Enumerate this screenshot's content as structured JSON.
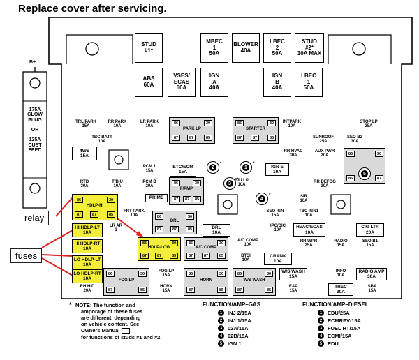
{
  "header": {
    "title": "Replace cover after servicing."
  },
  "bplus": "B+",
  "callouts": {
    "relay": "relay",
    "fuses": "fuses"
  },
  "left_feed": {
    "glow": [
      "175A",
      "GLOW",
      "PLUG"
    ],
    "or": "OR",
    "cust": [
      "125A",
      "CUST",
      "FEED"
    ]
  },
  "top_row1": [
    {
      "l1": "STUD",
      "l2": "#1*",
      "l3": ""
    },
    {
      "l1": "MBEC",
      "l2": "1",
      "l3": "50A"
    },
    {
      "l1": "BLOWER",
      "l2": "",
      "l3": "40A"
    },
    {
      "l1": "LBEC",
      "l2": "2",
      "l3": "50A"
    },
    {
      "l1": "STUD",
      "l2": "#2*",
      "l3": "30A MAX"
    }
  ],
  "top_row2": [
    {
      "l1": "ABS",
      "l2": "",
      "l3": "60A"
    },
    {
      "l1": "VSES/",
      "l2": "ECAS",
      "l3": "60A"
    },
    {
      "l1": "IGN",
      "l2": "A",
      "l3": "40A"
    },
    {
      "l1": "IGN",
      "l2": "B",
      "l3": "40A"
    },
    {
      "l1": "LBEC",
      "l2": "1",
      "l3": "50A"
    }
  ],
  "fuses": {
    "trl_park": [
      "TRL PARK",
      "15A"
    ],
    "rr_park": [
      "RR PARK",
      "10A"
    ],
    "lr_park": [
      "LR PARK",
      "10A"
    ],
    "tbc_batt": [
      "TBC BATT",
      "10A"
    ],
    "fourws": [
      "4WS",
      "15A"
    ],
    "pcm1": [
      "PCM 1",
      "15A"
    ],
    "etc_ecm": [
      "ETC/ECM",
      "15A"
    ],
    "ign_e": [
      "IGN E",
      "10A"
    ],
    "rtd": [
      "RTD",
      "30A"
    ],
    "tbu": [
      "T/B U",
      "10A"
    ],
    "pcmb": [
      "PCM B",
      "20A"
    ],
    "bulp": [
      "B/U LP",
      "10A"
    ],
    "prime": [
      "PRIME"
    ],
    "intpark": [
      "INTPARK",
      "10A"
    ],
    "stop_lp": [
      "STOP LP",
      "25A"
    ],
    "sunroof": [
      "SUNROOF",
      "25A"
    ],
    "seo_b2": [
      "SEO B2",
      "30A"
    ],
    "rr_hvac": [
      "RR HVAC",
      "30A"
    ],
    "aux_pwr": [
      "AUX PWR",
      "20A"
    ],
    "rr_defog": [
      "RR DEFOG",
      "30A"
    ],
    "sir": [
      "SIR",
      "10A"
    ],
    "seo_ign": [
      "SEO IGN",
      "15A"
    ],
    "tbc_ign1": [
      "TBC IGN1",
      "10A"
    ],
    "frt_park": [
      "FRT PARK",
      "10A"
    ],
    "lr_ar": [
      "LR AR",
      "1"
    ],
    "drl_f": [
      "DRL",
      "10A"
    ],
    "ipc_dic": [
      "IPC/DIC",
      "10A"
    ],
    "hvac_ecas": [
      "HVAC/ECAS",
      "10A"
    ],
    "cig_ltr": [
      "CIG LTR",
      "20A"
    ],
    "hi_hdlp_lt": [
      "HI HDLP-LT",
      "10A"
    ],
    "hi_hdlp_rt": [
      "HI HDLP-RT",
      "10A"
    ],
    "lo_hdlp_lt": [
      "LO HDLP-LT",
      "10A"
    ],
    "lo_hdlp_rt": [
      "LO HDLP-RT",
      "10A"
    ],
    "rh_hid": [
      "RH HID",
      "20A"
    ],
    "ac_comp": [
      "A/C COMP",
      "10A"
    ],
    "btsi": [
      "BTSI",
      "10A"
    ],
    "crank": [
      "CRANK",
      "10A"
    ],
    "rr_wpr": [
      "RR WPR",
      "25A"
    ],
    "radio": [
      "RADIO",
      "15A"
    ],
    "seo_b1": [
      "SEO B1",
      "15A"
    ],
    "fog_lp": [
      "FOG LP",
      "15A"
    ],
    "horn": [
      "HORN",
      "15A"
    ],
    "ws_wash": [
      "W/S WASH",
      "15A"
    ],
    "eap": [
      "EAP",
      "15A"
    ],
    "info": [
      "INFO",
      "10A"
    ],
    "radio_amp": [
      "RADIO AMP",
      "30A"
    ],
    "trec": [
      "TREC",
      "30A"
    ],
    "sba": [
      "SBA",
      "15A"
    ]
  },
  "relays": {
    "park_lp": "PARK LP",
    "starter": "STARTER",
    "fpmp": "F/PMP",
    "hdlp_hi": "HDLP-HI",
    "drl": "DRL",
    "hdlp_low": "HDLP-LOW",
    "ac_comp": "A/C COMP",
    "fog_lp": "FOG LP",
    "horn": "HORN",
    "ws_wash": "W/S WASH"
  },
  "relay_pins": {
    "p86": "86",
    "p30": "30",
    "p85": "85",
    "p87": "87",
    "p87a": "87"
  },
  "circles": {
    "c1": "1",
    "c2": "2",
    "c3": "3",
    "c4": "4",
    "c5": "5"
  },
  "star": "*",
  "notes": [
    "NOTE:  The function and",
    "amporage of these fuses",
    "are different, depending",
    "on vehicle content. See",
    "Owners Manual",
    "for functions of studs #1 and #2."
  ],
  "note_star": "*",
  "legend_gas": {
    "title": "FUNCTION/AMP–GAS",
    "items": [
      {
        "n": "1",
        "t": "INJ 2/15A"
      },
      {
        "n": "2",
        "t": "INJ 1/15A"
      },
      {
        "n": "3",
        "t": "02A/15A"
      },
      {
        "n": "4",
        "t": "02B/15A"
      },
      {
        "n": "5",
        "t": "IGN 1"
      }
    ]
  },
  "legend_diesel": {
    "title": "FUNCTION/AMP–DIESEL",
    "items": [
      {
        "n": "1",
        "t": "EDU/25A"
      },
      {
        "n": "2",
        "t": "ECMRPV/15A"
      },
      {
        "n": "3",
        "t": "FUEL HT/15A"
      },
      {
        "n": "4",
        "t": "ECMI/15A"
      },
      {
        "n": "5",
        "t": "EDU"
      }
    ]
  },
  "colors": {
    "highlight": "#f3ee3a",
    "relay_fill": "#d9d9d9",
    "arrow": "#e02020"
  }
}
